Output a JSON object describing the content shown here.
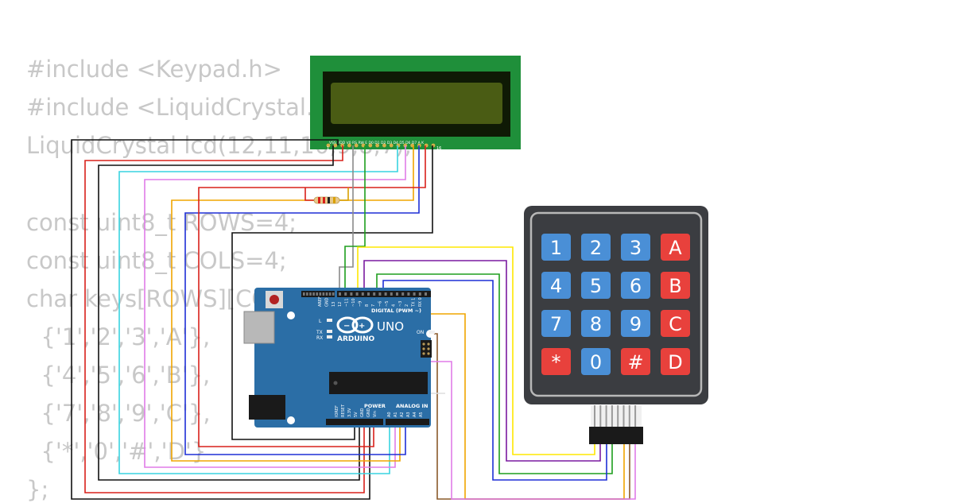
{
  "code": {
    "lines": [
      "#include <Keypad.h>",
      "#include <LiquidCrystal.h>",
      "LiquidCrystal lcd(12,11,10,9,8,7);",
      "",
      "const uint8_t ROWS=4;",
      "const uint8_t COLS=4;",
      "char keys[ROWS][COLS]={",
      "  {'1','2','3','A'},",
      "  {'4','5','6','B'},",
      "  {'7','8','9','C'},",
      "  {'*','0','#','D'}",
      "};"
    ]
  },
  "lcd": {
    "pin_labels": "VSS VDD V0 RS RW E D0 D1 D2 D3 D4 D5 D6 D7 A K",
    "pin_first": "1",
    "pin_last": "16"
  },
  "arduino": {
    "brand": "ARDUINO",
    "model": "UNO",
    "digital_label": "DIGITAL (PWM ~)",
    "power_label": "POWER",
    "analog_label": "ANALOG IN",
    "on_label": "ON",
    "led_l": "L",
    "led_tx": "TX",
    "led_rx": "RX",
    "top_pins": [
      "AREF",
      "GND",
      "13",
      "12",
      "~11",
      "~10",
      "~9",
      "8",
      "7",
      "~6",
      "~5",
      "4",
      "~3",
      "2",
      "TX 1",
      "RX 0"
    ],
    "power_pins": [
      "IOREF",
      "RESET",
      "3.3V",
      "5V",
      "GND",
      "GND",
      "Vin"
    ],
    "analog_pins": [
      "A0",
      "A1",
      "A2",
      "A3",
      "A4",
      "A5"
    ]
  },
  "keypad": {
    "keys": [
      "1",
      "2",
      "3",
      "A",
      "4",
      "5",
      "6",
      "B",
      "7",
      "8",
      "9",
      "C",
      "*",
      "0",
      "#",
      "D"
    ],
    "number_key_color": "#4a8fd6",
    "letter_key_color": "#e8413c"
  },
  "colors": {
    "board": "#2b6ea6",
    "lcd_pcb": "#1f8f3a",
    "lcd_screen": "#4a5c14",
    "keypad_body": "#3b3d41"
  }
}
